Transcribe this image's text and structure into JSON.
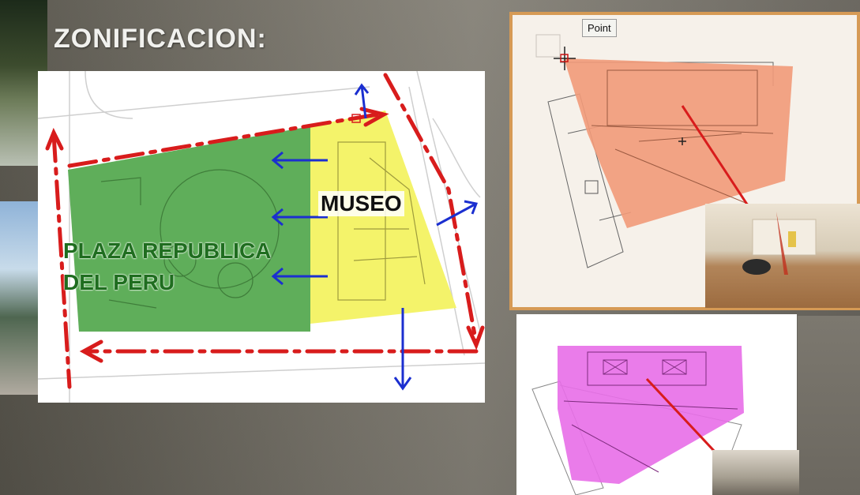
{
  "slide": {
    "title": "ZONIFICACION:"
  },
  "site_plan": {
    "museo_label": "MUSEO",
    "plaza_label_line1": "PLAZA REPUBLICA",
    "plaza_label_line2": "DEL PERU",
    "colors": {
      "plaza_zone": "#5fae5a",
      "museo_zone": "#f4f36a",
      "circulation_arrows": "#d81c1c",
      "flow_arrows": "#1b2fd0"
    }
  },
  "cad_window": {
    "tooltip": "Point",
    "zone_color": "#f29a79",
    "frame_color": "#d69a55"
  },
  "lower_plan": {
    "zone_color": "#e86ee8"
  }
}
